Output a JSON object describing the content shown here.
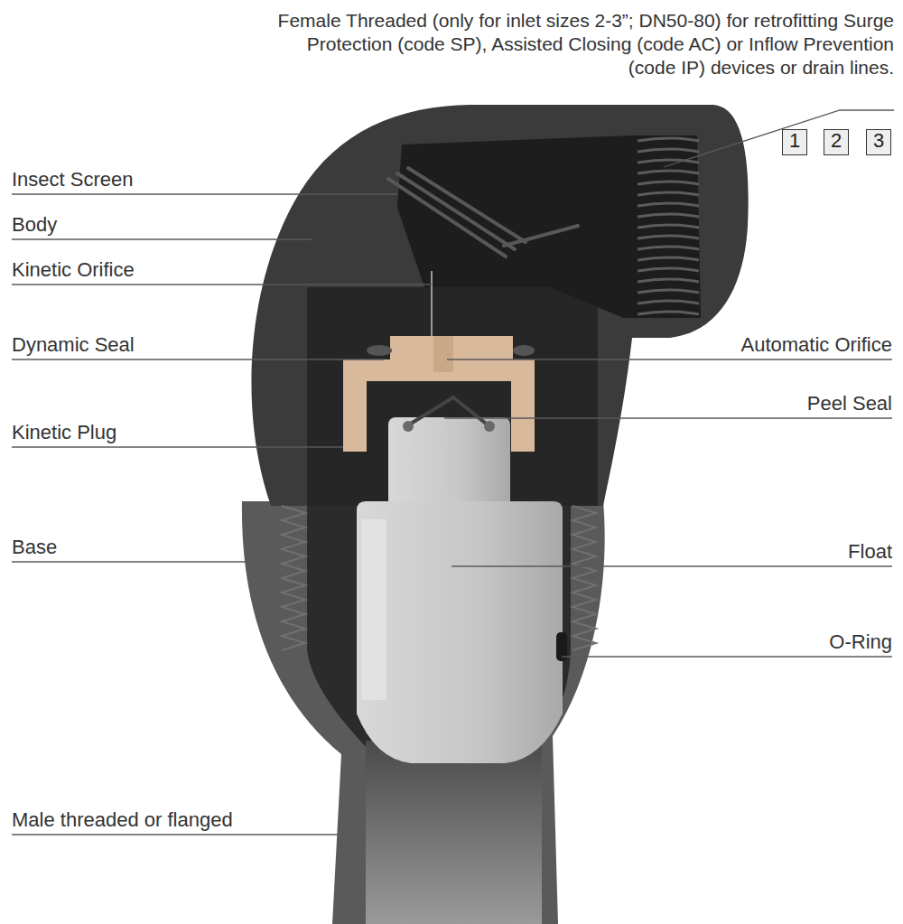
{
  "diagram": {
    "nodes": [
      {
        "text": [
          "1"
        ]
      },
      {
        "text": [
          "2"
        ]
      },
      {
        "text": [
          "3"
        ]
      }
    ],
    "labels": [
      "Female Threaded (only for inlet sizes 2-3”; DN50-80) for retrofitting Surge Protection (code SP), Assisted Closing (code AC) or Inflow Prevention (code IP) devices or drain lines.",
      "Insect Screen",
      "Body",
      "Kinetic Orifice",
      "Dynamic Seal",
      "Kinetic Plug",
      "Base",
      "Male threaded or flanged",
      "Automatic Orifice",
      "Peel Seal",
      "Float",
      "O-Ring"
    ]
  }
}
